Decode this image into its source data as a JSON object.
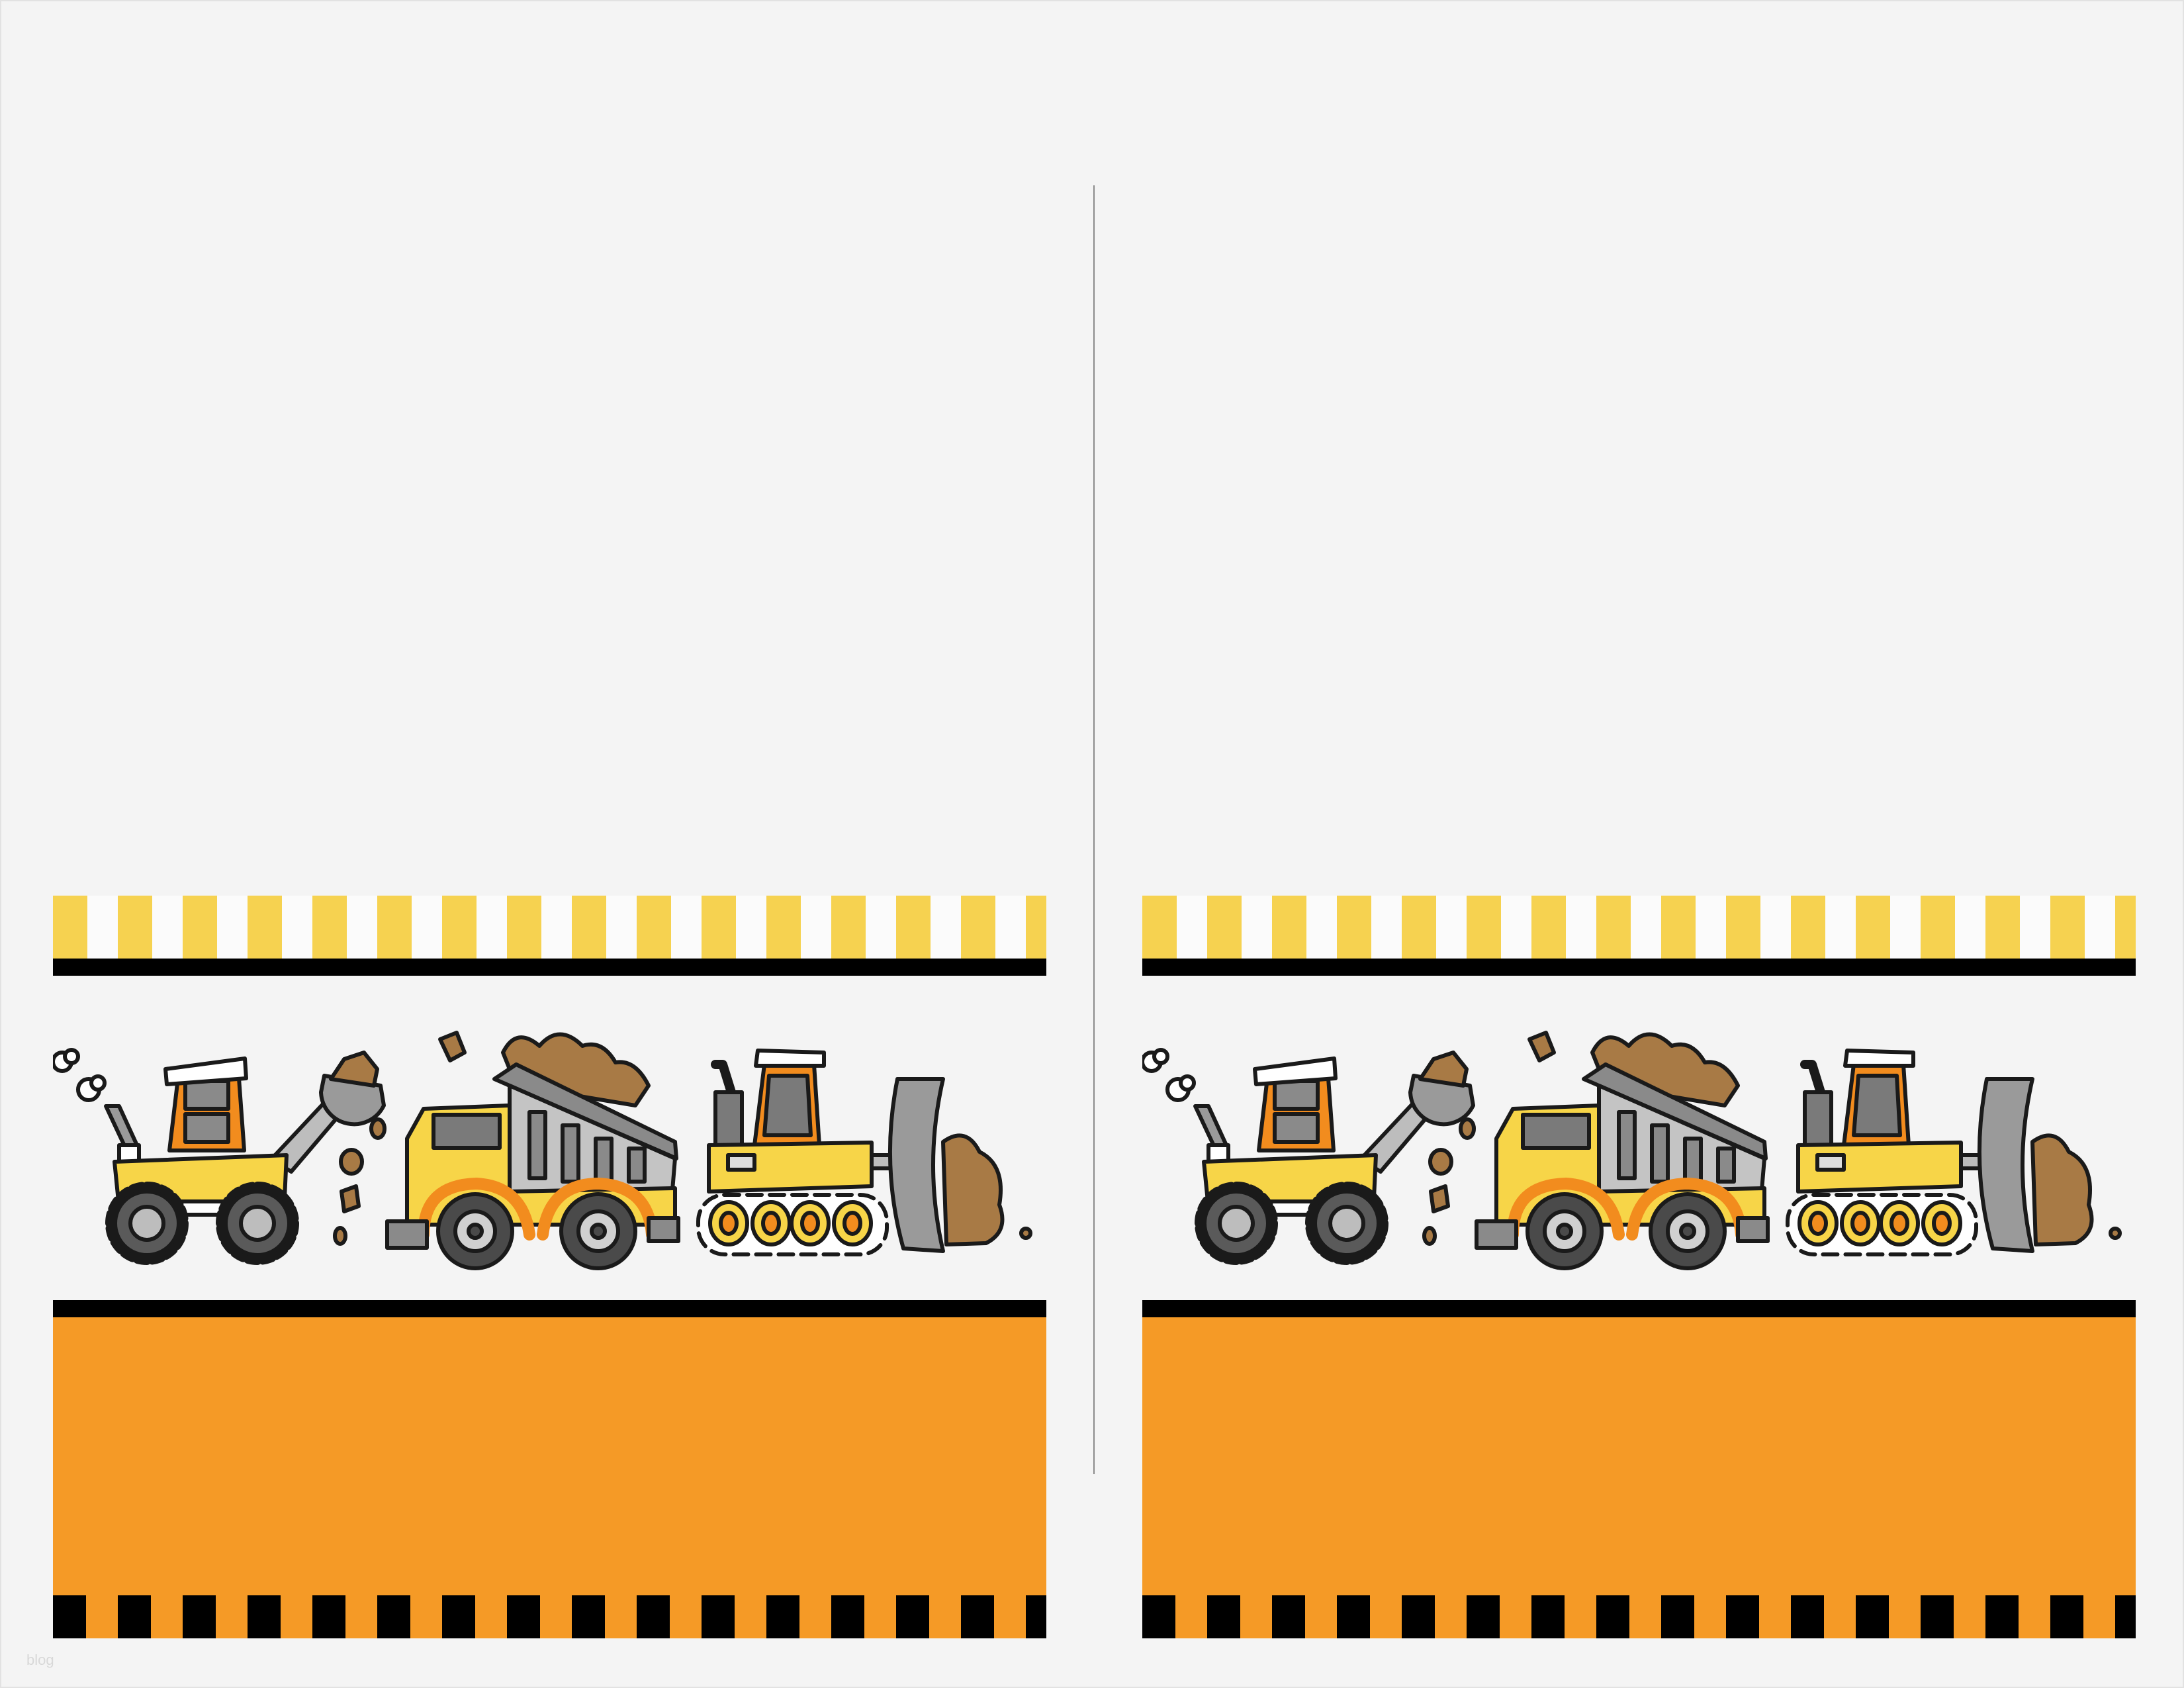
{
  "document": {
    "watermark": "blog",
    "panels": [
      {
        "name": "left-card"
      },
      {
        "name": "right-card"
      }
    ],
    "vehicles": [
      "wheel-loader",
      "dump-truck",
      "bulldozer"
    ]
  },
  "colors": {
    "background": "#f4f4f4",
    "stripe_yellow": "#f6d250",
    "band_orange": "#f59a26",
    "bar_black": "#000000",
    "vehicle_yellow": "#f7d548",
    "cab_orange": "#f28c1e",
    "metal_gray": "#9a9a9a",
    "rock_brown": "#a87a45"
  }
}
